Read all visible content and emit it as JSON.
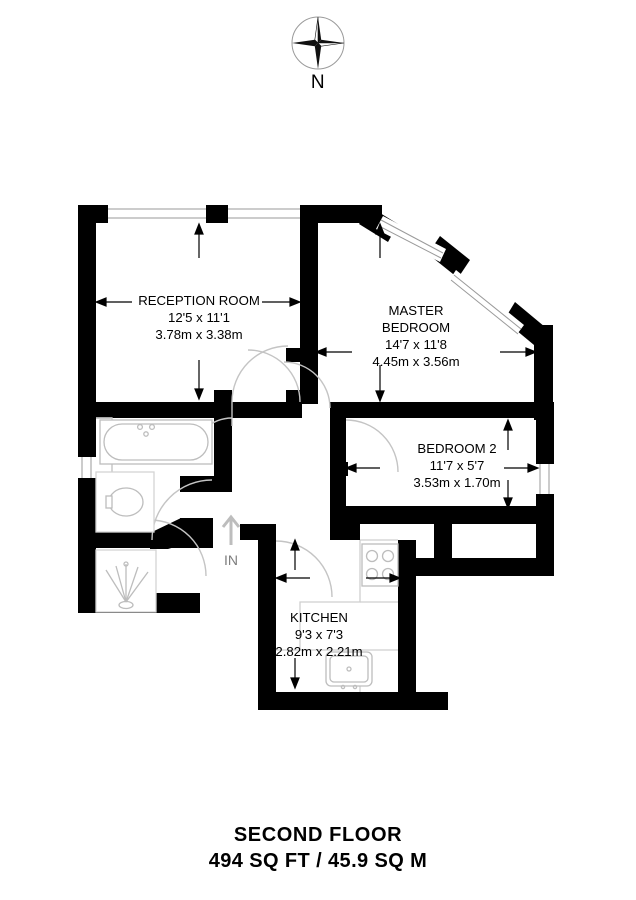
{
  "compass": {
    "icon": "compass-rose-icon",
    "north_label": "N"
  },
  "footer": {
    "floor_label": "SECOND FLOOR",
    "area_label": "494 SQ FT / 45.9 SQ M"
  },
  "entrance": {
    "label": "IN",
    "icon": "up-arrow-icon"
  },
  "rooms": [
    {
      "id": "reception-room",
      "name": "RECEPTION ROOM",
      "imperial": "12'5 x 11'1",
      "metric": "3.78m x 3.38m"
    },
    {
      "id": "master-bedroom",
      "name_line1": "MASTER",
      "name_line2": "BEDROOM",
      "imperial": "14'7 x 11'8",
      "metric": "4.45m x 3.56m"
    },
    {
      "id": "bedroom-2",
      "name": "BEDROOM 2",
      "imperial": "11'7 x 5'7",
      "metric": "3.53m x 1.70m"
    },
    {
      "id": "kitchen",
      "name": "KITCHEN",
      "imperial": "9'3 x 7'3",
      "metric": "2.82m x 2.21m"
    }
  ],
  "fixtures": [
    {
      "id": "bathtub",
      "icon": "bathtub-icon"
    },
    {
      "id": "toilet",
      "icon": "toilet-icon"
    },
    {
      "id": "shower",
      "icon": "shower-icon"
    },
    {
      "id": "hob",
      "icon": "cooktop-icon"
    },
    {
      "id": "sink",
      "icon": "sink-icon"
    }
  ],
  "colors": {
    "wall": "#000000",
    "background": "#ffffff",
    "fixture_line": "#b4b4b4",
    "door_arc": "#c8c8c8",
    "entrance_arrow": "#bdbdbd"
  }
}
